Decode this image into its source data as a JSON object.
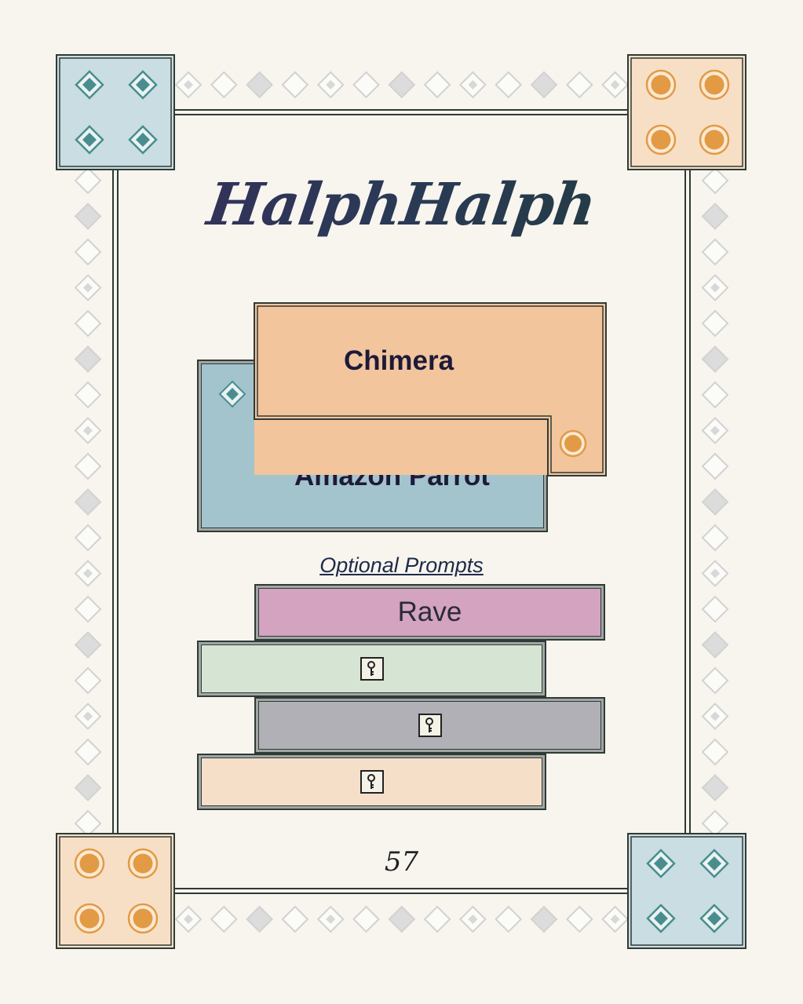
{
  "card": {
    "title": "HalphHalph",
    "primary_trait": "Chimera",
    "secondary_trait": "Amazon Parrot"
  },
  "optional": {
    "heading": "Optional Prompts",
    "prompts": [
      {
        "label": "Rave",
        "locked": false,
        "color": "#d3a3bf"
      },
      {
        "label": "",
        "locked": true,
        "color": "#d6e5d3"
      },
      {
        "label": "",
        "locked": true,
        "color": "#b1b0b6"
      },
      {
        "label": "",
        "locked": true,
        "color": "#f6dfc9"
      }
    ]
  },
  "page_number": "57",
  "colors": {
    "blue_tile": "#c9dde2",
    "orange_tile": "#f7dfc6",
    "primary_card": "#f2c59d",
    "secondary_card": "#a3c3cd",
    "teal_accent": "#4a8d8f",
    "orange_accent": "#e39a45"
  },
  "icons": [
    "diamond-icon",
    "ring-dot-icon",
    "lock-icon"
  ]
}
